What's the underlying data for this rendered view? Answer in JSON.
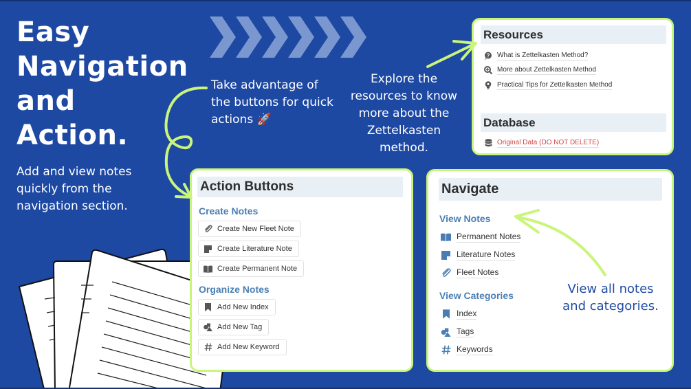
{
  "hero": {
    "title_lines": [
      "Easy",
      "Navigation",
      "and",
      "Action."
    ],
    "subtitle": "Add and view notes quickly from the navigation section."
  },
  "callouts": {
    "actions": "Take advantage of the buttons for quick actions 🚀",
    "resources": "Explore the resources to know more about the Zettelkasten method.",
    "navigate": "View all notes and categories."
  },
  "colors": {
    "background": "#1d49a3",
    "accent_green": "#c9f57a",
    "section_blue": "#4a7eb3",
    "danger_red": "#d04747",
    "header_bg": "#e8f0f6"
  },
  "resources_card": {
    "title": "Resources",
    "items": [
      {
        "icon": "question-bubble-icon",
        "label": "What is Zettelkasten Method?"
      },
      {
        "icon": "zoom-in-icon",
        "label": "More about Zettelkasten Method"
      },
      {
        "icon": "lightbulb-icon",
        "label": "Practical Tips for Zettelkasten Method"
      }
    ],
    "database_title": "Database",
    "database_items": [
      {
        "icon": "database-icon",
        "label": "Original Data (DO NOT DELETE)"
      }
    ]
  },
  "actions_card": {
    "title": "Action Buttons",
    "create_title": "Create Notes",
    "create_buttons": [
      {
        "icon": "paperclip-icon",
        "label": "Create New Fleet Note"
      },
      {
        "icon": "sticky-note-icon",
        "label": "Create Literature Note"
      },
      {
        "icon": "open-book-icon",
        "label": "Create Permanent Note"
      }
    ],
    "organize_title": "Organize Notes",
    "organize_buttons": [
      {
        "icon": "bookmark-icon",
        "label": "Add New Index"
      },
      {
        "icon": "shapes-icon",
        "label": "Add New Tag"
      },
      {
        "icon": "hashtag-icon",
        "label": "Add New Keyword"
      }
    ]
  },
  "navigate_card": {
    "title": "Navigate",
    "notes_title": "View Notes",
    "notes": [
      {
        "icon": "open-book-icon",
        "label": "Permanent Notes"
      },
      {
        "icon": "sticky-note-icon",
        "label": "Literature Notes"
      },
      {
        "icon": "paperclip-icon",
        "label": "Fleet Notes"
      }
    ],
    "categories_title": "View Categories",
    "categories": [
      {
        "icon": "bookmark-icon",
        "label": "Index"
      },
      {
        "icon": "shapes-icon",
        "label": "Tags"
      },
      {
        "icon": "hashtag-icon",
        "label": "Keywords"
      }
    ]
  }
}
